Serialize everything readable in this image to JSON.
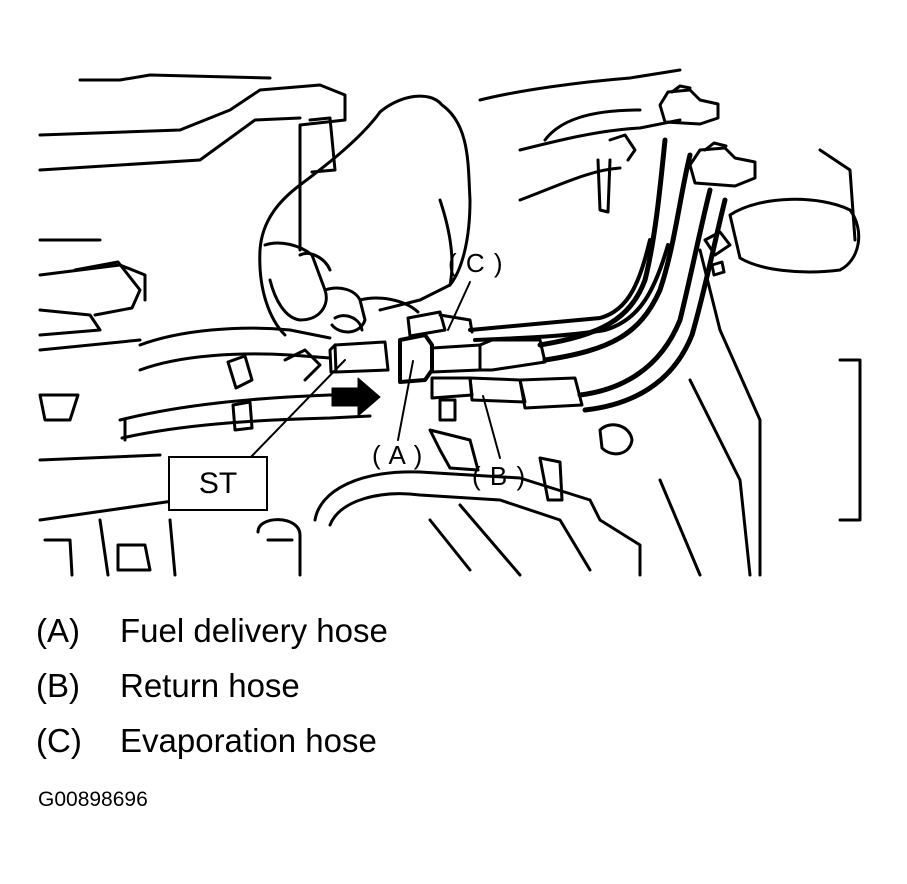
{
  "callouts": {
    "a": "( A )",
    "b": "( B )",
    "c": "( C )",
    "st": "ST"
  },
  "legend": [
    {
      "key": "(A)",
      "text": "Fuel delivery hose"
    },
    {
      "key": "(B)",
      "text": "Return hose"
    },
    {
      "key": "(C)",
      "text": "Evaporation hose"
    }
  ],
  "figure_code": "G00898696"
}
